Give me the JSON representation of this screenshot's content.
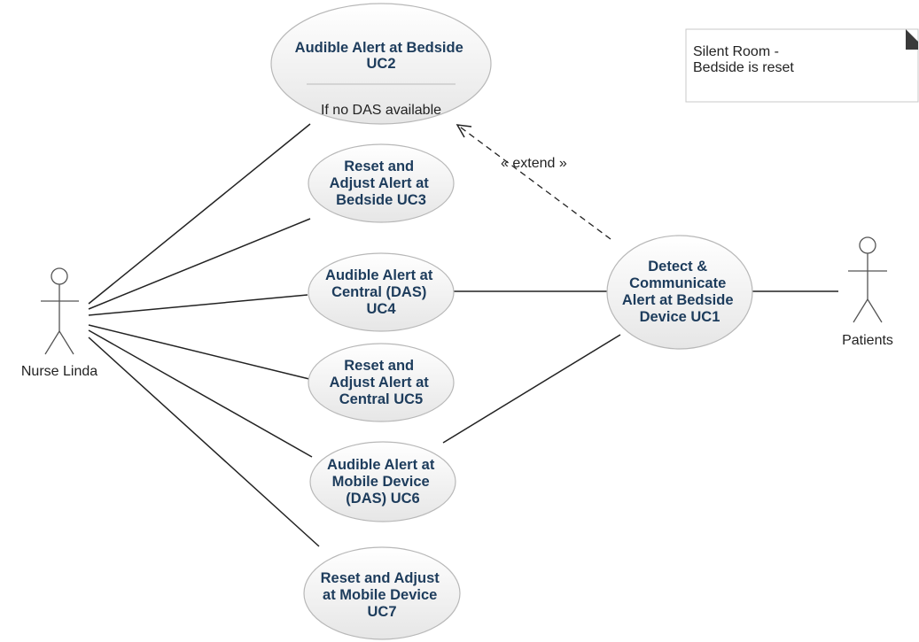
{
  "actors": {
    "nurse": {
      "label": "Nurse Linda"
    },
    "patients": {
      "label": "Patients"
    }
  },
  "use_cases": {
    "uc1": {
      "lines": [
        "Detect &",
        "Communicate",
        "Alert at Bedside",
        "Device UC1"
      ]
    },
    "uc2": {
      "lines": [
        "Audible Alert at Bedside",
        "UC2"
      ],
      "condition": "If no DAS available"
    },
    "uc3": {
      "lines": [
        "Reset and",
        "Adjust Alert at",
        "Bedside UC3"
      ]
    },
    "uc4": {
      "lines": [
        "Audible Alert at",
        "Central (DAS)",
        "UC4"
      ]
    },
    "uc5": {
      "lines": [
        "Reset and",
        "Adjust Alert at",
        "Central UC5"
      ]
    },
    "uc6": {
      "lines": [
        "Audible Alert at",
        "Mobile Device",
        "(DAS) UC6"
      ]
    },
    "uc7": {
      "lines": [
        "Reset and Adjust",
        "at Mobile Device",
        "UC7"
      ]
    }
  },
  "relationships": {
    "extend_label": "« extend »"
  },
  "note": {
    "lines": [
      "Silent Room -",
      "Bedside is reset"
    ]
  }
}
